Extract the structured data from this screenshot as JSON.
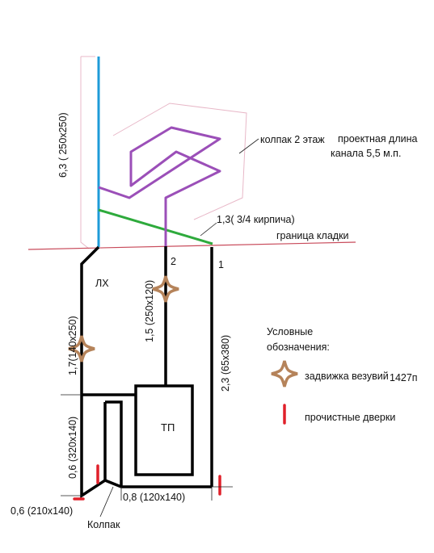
{
  "labels": {
    "height_top": "6,3 ( 250х250)",
    "kolpak_2": "колпак 2 этаж",
    "proj_length_1": "проектная длина",
    "proj_length_2": "канала 5,5 м.п.",
    "segment_13": "1,3( 3/4 кирпича)",
    "granica": "граница кладки",
    "num_2": "2",
    "num_1": "1",
    "lh": "ЛХ",
    "seg_15": "1,5 (250х120)",
    "seg_17": "1,7(140х250)",
    "seg_23": "2,3 (65х380)",
    "tp": "ТП",
    "seg_06a": "0,6 (320х140)",
    "seg_08": "0,8 (120х140)",
    "seg_06b": "0,6 (210х140)",
    "kolpak": "Колпак"
  },
  "legend": {
    "title_1": "Условные",
    "title_2": "обозначения:",
    "valve": "задвижка везувий",
    "valve_model": "1427п",
    "door": "прочистные дверки"
  },
  "colors": {
    "black": "#000000",
    "blue": "#1e9bd8",
    "purple": "#9b4fb8",
    "green": "#2eaa3c",
    "red": "#e0202a",
    "pink": "#e8b8c8",
    "valve": "#b5835a",
    "boundary": "#c84a5a"
  }
}
